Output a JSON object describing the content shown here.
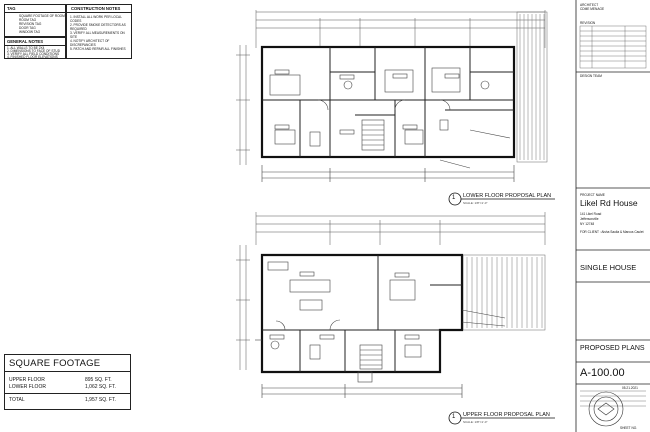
{
  "tag_box": {
    "title": "TAG",
    "items": [
      "SQUARE FOOTAGE OF ROOM",
      "ROOM TAG",
      "REVISION TAG",
      "DOOR TAG",
      "WINDOW TAG"
    ]
  },
  "general_notes": {
    "title": "GENERAL NOTES",
    "items": [
      "1. ALL WALLS TO BE 2X4",
      "2. DIMENSIONS TO FACE OF STUD",
      "3. VERIFY ALL FIELD CONDITIONS",
      "4. FINISHED FLOOR ELEVATIONS"
    ]
  },
  "construction_notes": {
    "title": "CONSTRUCTION NOTES",
    "items": [
      "1. INSTALL ALL WORK PER LOCAL CODES",
      "2. PROVIDE SMOKE DETECTORS AS REQUIRED",
      "3. VERIFY ALL MEASUREMENTS ON SITE",
      "4. NOTIFY ARCHITECT OF DISCREPANCIES",
      "5. PATCH AND REPAIR ALL FINISHES"
    ]
  },
  "square_footage": {
    "title": "SQUARE FOOTAGE",
    "rows": [
      {
        "label": "UPPER FLOOR",
        "value": "895 SQ. FT."
      },
      {
        "label": "LOWER FLOOR",
        "value": "1,062 SQ. FT."
      }
    ],
    "total_label": "TOTAL",
    "total_value": "1,957 SQ. FT."
  },
  "drawings": {
    "lower_number": "1",
    "lower_title": "LOWER FLOOR PROPOSAL PLAN",
    "lower_scale": "SCALE: 1/8\"=1'-0\"",
    "upper_number": "1",
    "upper_title": "UPPER FLOOR PROPOSAL PLAN",
    "upper_scale": "SCALE: 1/8\"=1'-0\""
  },
  "title_block": {
    "architect_label": "ARCHITECT",
    "architect_name": "CDME MENAGE",
    "revision_label": "REVISION",
    "design_team_label": "DESIGN TEAM",
    "project_name_label": "PROJECT NAME",
    "project_name": "Likel Rd House",
    "address_1": "141 Likel Road",
    "address_2": "Jeffersonville",
    "address_3": "NY 12748",
    "client": "FOR CLIENT : Aisha Saulia & Marcus Caulet",
    "building_type": "SINGLE HOUSE",
    "sheet_title": "PROPOSED PLANS",
    "sheet_number": "A-100.00",
    "date": "05.21.2021",
    "sheet_no_label": "SHEET NO."
  }
}
